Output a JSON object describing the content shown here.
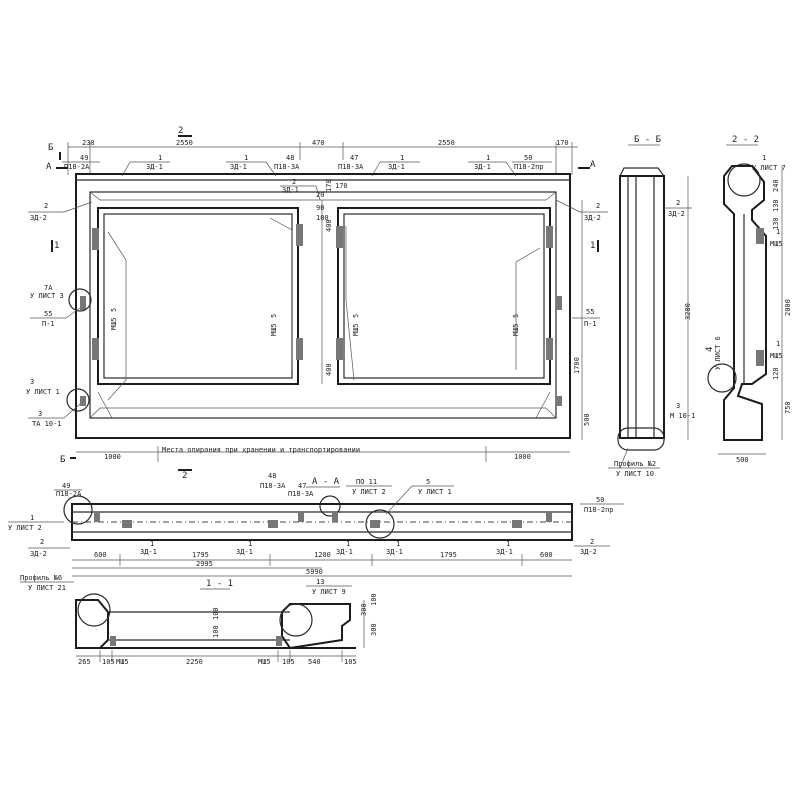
{
  "elevation": {
    "top_dims": [
      "230",
      "2550",
      "470",
      "2550",
      "170"
    ],
    "section_mark_top": "2",
    "section_mark_bottom": "2",
    "section_a_left": "А",
    "section_a_right": "А",
    "section_b_top": "Б",
    "section_b_bottom": "Б",
    "callouts_top": [
      {
        "n": "49",
        "t": "П18-2А"
      },
      {
        "n": "1",
        "t": "ЗД-1"
      },
      {
        "n": "1",
        "t": "ЗД-1"
      },
      {
        "n": "48",
        "t": "П18-3А"
      },
      {
        "n": "47",
        "t": "П18-3А"
      },
      {
        "n": "1",
        "t": "ЗД-1"
      },
      {
        "n": "1",
        "t": "ЗД-1"
      },
      {
        "n": "50",
        "t": "П18-2пр"
      }
    ],
    "left_callouts": [
      {
        "n": "2",
        "t": "ЗД-2"
      },
      {
        "n": "7А",
        "t": "У ЛИСТ 3"
      },
      {
        "n": "55",
        "t": "П-1"
      },
      {
        "n": "3",
        "t": "У ЛИСТ 1"
      },
      {
        "n": "3",
        "t": "ТА 10-1"
      }
    ],
    "right_callouts": [
      {
        "n": "2",
        "t": "ЗД-2"
      },
      {
        "n": "55",
        "t": "П-1"
      },
      {
        "n": "3",
        "t": "М 10-1"
      }
    ],
    "center_callout": {
      "n": "2",
      "t": "ЗД-1"
    },
    "window_labels": [
      "5",
      "МШ5",
      "5",
      "МШ5",
      "5",
      "МШ5",
      "5",
      "МШ5"
    ],
    "inner_dims": [
      "400",
      "400",
      "170",
      "1700",
      "500",
      "20",
      "90",
      "100",
      "170"
    ],
    "bottom_dims": [
      "1000",
      "1000"
    ],
    "storage_note": "Места опирания при хранении и транспортировании",
    "axis_marks": [
      "1",
      "1"
    ]
  },
  "section_bb": {
    "title": "Б - Б",
    "callouts": [
      {
        "n": "2",
        "t": "ЗД-2"
      },
      {
        "n": "3",
        "t": "М10-1"
      }
    ],
    "dims": [
      "3280"
    ],
    "profile": {
      "n": "Профиль №2",
      "t": "У ЛИСТ 10"
    }
  },
  "section_22": {
    "title": "2 - 2",
    "callouts": [
      {
        "n": "1",
        "t": "У ЛИСТ 7"
      },
      {
        "n": "4",
        "t": "У ЛИСТ 6"
      },
      {
        "n": "1",
        "t": "МШ5"
      },
      {
        "n": "1",
        "t": "МШ5"
      }
    ],
    "dims": [
      "240",
      "130",
      "130",
      "2000",
      "120",
      "750"
    ],
    "bottom_dim": "500"
  },
  "section_aa": {
    "title": "А - А",
    "callouts": [
      {
        "n": "49",
        "t": "П18-2А"
      },
      {
        "n": "1",
        "t": "У ЛИСТ 2"
      },
      {
        "n": "2",
        "t": "ЗД-2"
      },
      {
        "n": "48",
        "t": "П18-3А"
      },
      {
        "n": "47",
        "t": "П18-3А"
      },
      {
        "n": "ПО 11",
        "t": "У ЛИСТ 2"
      },
      {
        "n": "5",
        "t": "У ЛИСТ 1"
      },
      {
        "n": "50",
        "t": "П18-2пр"
      },
      {
        "n": "1",
        "t": "ЗД-1"
      },
      {
        "n": "1",
        "t": "ЗД-1"
      },
      {
        "n": "1",
        "t": "ЗД-1"
      },
      {
        "n": "1",
        "t": "ЗД-1"
      },
      {
        "n": "1",
        "t": "ЗД-1"
      },
      {
        "n": "2",
        "t": "ЗД-2"
      }
    ],
    "dims_row1": [
      "600",
      "1795",
      "1200",
      "1795",
      "600"
    ],
    "dims_row2": [
      "2995",
      "5990"
    ]
  },
  "section_11": {
    "title": "1 - 1",
    "profile": {
      "n": "Профиль №6",
      "t": "У ЛИСТ 21"
    },
    "callout_right": {
      "n": "13",
      "t": "У ЛИСТ 9"
    },
    "dims": [
      "265",
      "105",
      "МШ5",
      "2250",
      "МШ5",
      "105",
      "540",
      "105"
    ],
    "vdims": [
      "100",
      "100",
      "300",
      "300",
      "100"
    ]
  }
}
